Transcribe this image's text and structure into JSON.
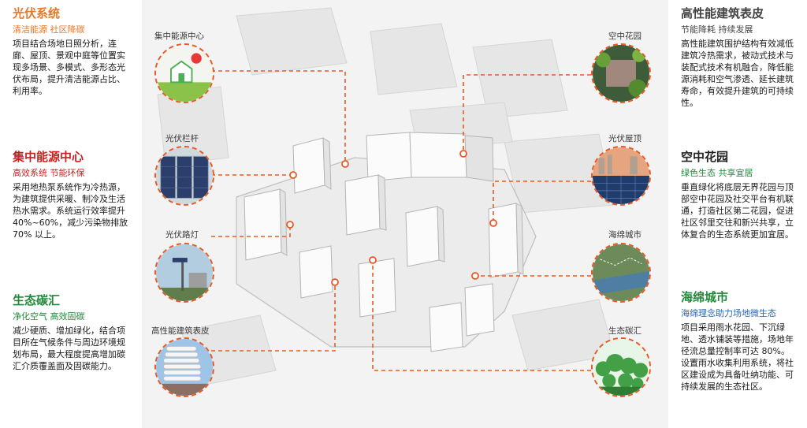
{
  "left": [
    {
      "title": "光伏系统",
      "subtitle": "清洁能源  社区降碳",
      "body": "项目结合场地日照分析，连廊、屋顶、景观中庭等位置实现多场景、多模式、多形态光伏布局，提升清洁能源占比、利用率。"
    },
    {
      "title": "集中能源中心",
      "subtitle": "高效系统  节能环保",
      "body": "采用地热泵系统作为冷热源，为建筑提供采暖、制冷及生活热水需求。系统运行效率提升40%~60%，减少污染物排放 70% 以上。"
    },
    {
      "title": "生态碳汇",
      "subtitle": "净化空气  高效固碳",
      "body": "减少硬质、增加绿化，结合项目所在气候条件与周边环境规划布局，最大程度提高增加碳汇介质覆盖面及固碳能力。"
    }
  ],
  "right": [
    {
      "title": "高性能建筑表皮",
      "subtitle": "节能降耗  持续发展",
      "body": "高性能建筑围护结构有效减低建筑冷热需求，被动式技术与装配式技术有机融合，降低能源消耗和空气渗透、延长建筑寿命，有效提升建筑的可持续性。"
    },
    {
      "title": "空中花园",
      "subtitle": "绿色生态  共享宜居",
      "body": "垂直绿化将底层无界花园与顶部空中花园及社交平台有机联通，打造社区第二花园，促进社区邻里交往和新兴共享，立体复合的生态系统更加宜居。"
    },
    {
      "title": "海绵城市",
      "subtitle": "海绵理念助力场地微生态",
      "body": "项目采用雨水花园、下沉绿地、透水铺装等措施，场地年径流总量控制率可达 80%。设置雨水收集利用系统，将社区建设成为具备吐纳功能、可持续发展的生态社区。"
    }
  ],
  "labels": {
    "energy_center": "集中能源中心",
    "pv_railing": "光伏栏杆",
    "pv_streetlight": "光伏路灯",
    "facade_left": "高性能建筑表皮",
    "sky_garden": "空中花园",
    "pv_roof": "光伏屋顶",
    "sponge_city": "海绵城市",
    "carbon_sink": "生态碳汇"
  },
  "colors": {
    "orange": "#e8792b",
    "red": "#cc1f1f",
    "green": "#1f8a3a",
    "blue": "#2a67b5",
    "dashed_line": "#e85a23"
  }
}
